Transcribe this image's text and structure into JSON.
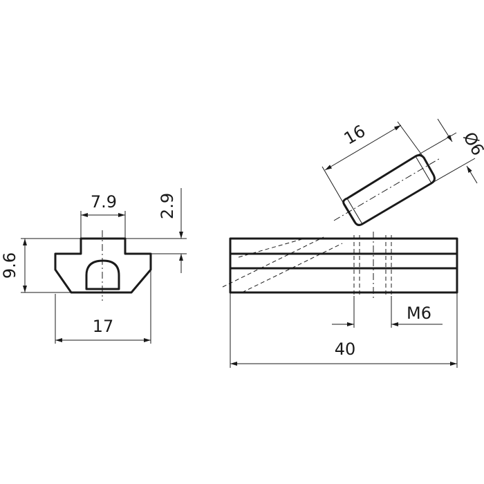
{
  "drawing": {
    "front_view": {
      "width_dim": "17",
      "height_dim": "9.6",
      "neck_width_dim": "7.9",
      "neck_height_dim": "2.9"
    },
    "side_view": {
      "length_dim": "40",
      "thread_dim": "M6"
    },
    "pin_view": {
      "length_dim": "16",
      "diameter_dim": "Ø6"
    }
  }
}
